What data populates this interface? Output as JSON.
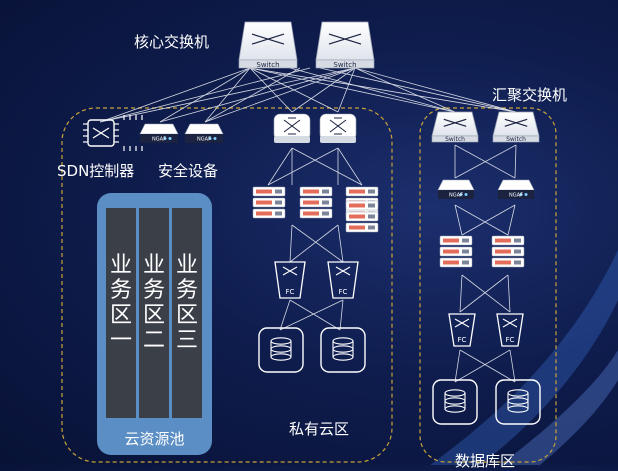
{
  "labels": {
    "core_switch": "核心交换机",
    "agg_switch": "汇聚交换机",
    "sdn": "SDN控制器",
    "security": "安全设备",
    "cloud_pool": "云资源池",
    "private_cloud": "私有云区",
    "database": "数据库区"
  },
  "device_text": {
    "switch": "Switch",
    "ngaf": "NGAF",
    "fc": "FC"
  },
  "zones": [
    {
      "c1": "业",
      "c2": "务",
      "c3": "区",
      "c4": "一"
    },
    {
      "c1": "业",
      "c2": "务",
      "c3": "区",
      "c4": "二"
    },
    {
      "c1": "业",
      "c2": "务",
      "c3": "区",
      "c4": "三"
    }
  ],
  "colors": {
    "accent": "#5b8ec4",
    "zone": "#3b3f48",
    "border": "#c8a23a"
  }
}
